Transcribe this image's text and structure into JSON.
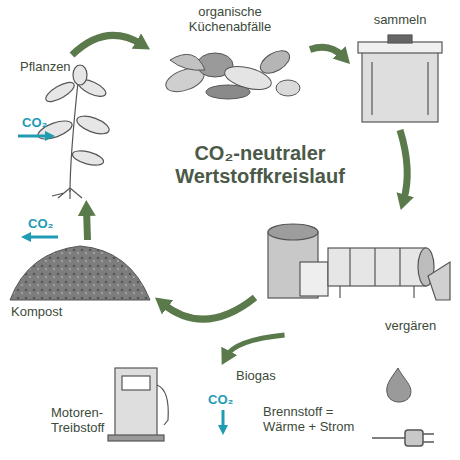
{
  "diagram": {
    "title": "CO₂-neutraler Wertstoffkreislauf",
    "nodes": [
      {
        "text": [
          "Pflanzen"
        ]
      },
      {
        "text": [
          "organische Küchenabfälle"
        ]
      },
      {
        "text": [
          "sammeln"
        ]
      },
      {
        "text": [
          "vergären"
        ]
      },
      {
        "text": [
          "Kompost"
        ]
      },
      {
        "text": [
          "Motoren-Treibstoff"
        ]
      },
      {
        "text": [
          "Brennstoff = Wärme + Strom"
        ]
      }
    ],
    "edges": [
      {
        "from": 0,
        "to": 1,
        "arrow": "to"
      },
      {
        "from": 1,
        "to": 2,
        "arrow": "to"
      },
      {
        "from": 2,
        "to": 3,
        "arrow": "to"
      },
      {
        "from": 3,
        "to": 4,
        "arrow": "to"
      },
      {
        "from": 4,
        "to": 0,
        "arrow": "to"
      },
      {
        "from": 3,
        "to": 5,
        "label": "Biogas",
        "arrow": "to"
      }
    ],
    "labels": [
      "CO₂",
      "CO₂",
      "CO₂"
    ]
  }
}
